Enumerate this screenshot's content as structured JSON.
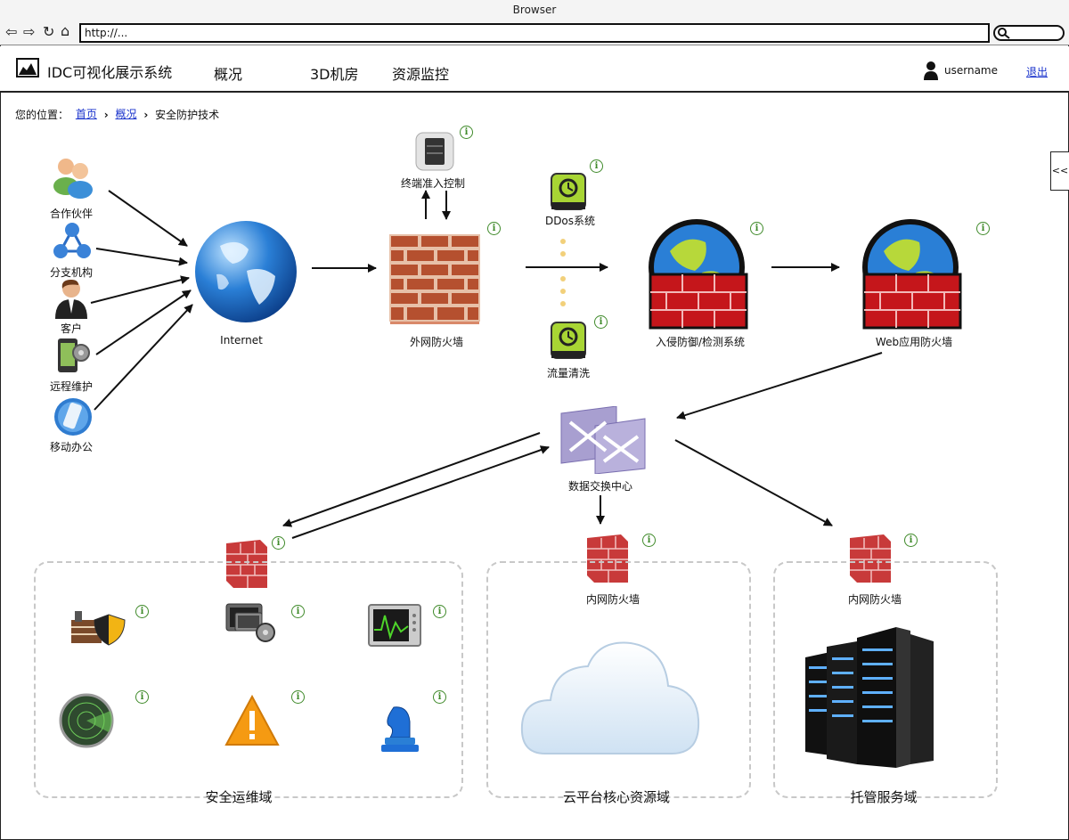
{
  "browser": {
    "title": "Browser",
    "url": "http://..."
  },
  "app": {
    "title": "IDC可视化展示系统"
  },
  "nav": [
    {
      "label": "概况"
    },
    {
      "label": "3D机房"
    },
    {
      "label": "资源监控"
    }
  ],
  "user": {
    "name": "username",
    "logout": "退出"
  },
  "breadcrumb": {
    "prefix": "您的位置：",
    "home": "首页",
    "overview": "概况",
    "current": "安全防护技术"
  },
  "sidebar_toggle": "<<",
  "info_glyph": "i",
  "nodes": {
    "partner": "合作伙伴",
    "branch": "分支机构",
    "customer": "客户",
    "remote": "远程维护",
    "mobile": "移动办公",
    "internet": "Internet",
    "nac": "终端准入控制",
    "outer_fw": "外网防火墙",
    "ddos": "DDos系统",
    "cleaning": "流量清洗",
    "ips": "入侵防御/检测系统",
    "waf": "Web应用防火墙",
    "switch": "数据交换中心",
    "inner_fw1": "内网防火墙",
    "inner_fw2": "内网防火墙"
  },
  "zones": {
    "security": "安全运维域",
    "cloud": "云平台核心资源域",
    "hosting": "托管服务域"
  },
  "colors": {
    "link": "#1a33cc",
    "info": "#3f8a2a",
    "brick": "#b5502f",
    "globe": "#2a7fd6",
    "zone_border": "#c8c8c8"
  }
}
